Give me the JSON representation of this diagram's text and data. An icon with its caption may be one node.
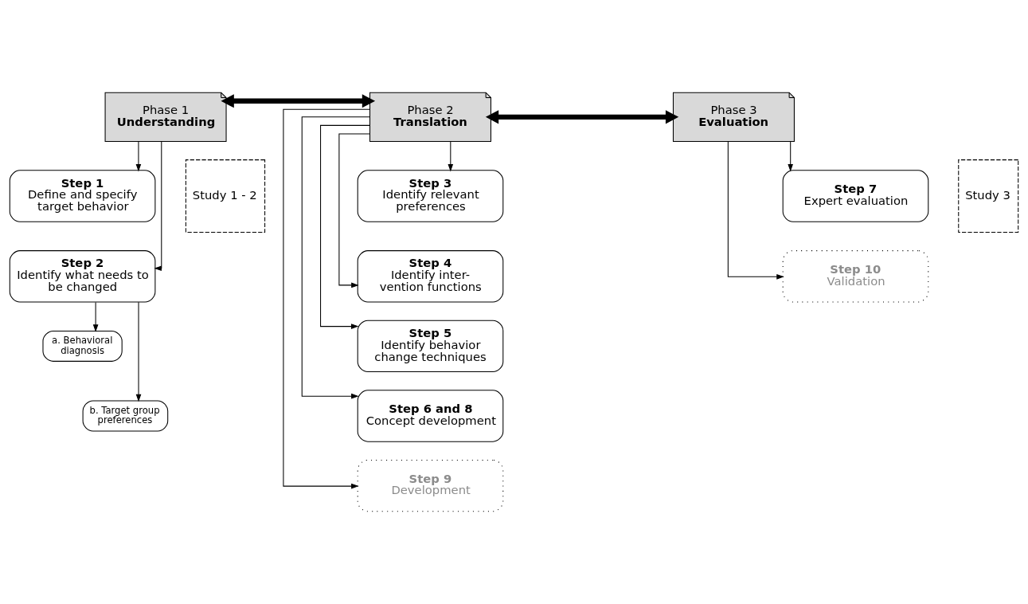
{
  "diagram": {
    "nodes": [
      {
        "text": [
          "Phase 1",
          "Understanding"
        ]
      },
      {
        "text": [
          "Step 1",
          "Define and specify target behavior"
        ]
      },
      {
        "text": [
          "Step 2",
          "Identify what needs to be changed"
        ]
      },
      {
        "text": [
          "a. Behavioral diagnosis"
        ]
      },
      {
        "text": [
          "b. Target group preferences"
        ]
      },
      {
        "text": [
          "Study 1 - 2"
        ]
      },
      {
        "text": [
          "Phase 2",
          "Translation"
        ]
      },
      {
        "text": [
          "Step 3",
          "Identify relevant preferences"
        ]
      },
      {
        "text": [
          "Step 4",
          "Identify inter- vention functions"
        ]
      },
      {
        "text": [
          "Step 5",
          "Identify behavior change techniques"
        ]
      },
      {
        "text": [
          "Step 6 and 8",
          "Concept development"
        ]
      },
      {
        "text": [
          "Step 9",
          "Development"
        ]
      },
      {
        "text": [
          "Phase 3",
          "Evaluation"
        ]
      },
      {
        "text": [
          "Step 7",
          "Expert evaluation"
        ]
      },
      {
        "text": [
          "Study 3"
        ]
      },
      {
        "text": [
          "Step 10",
          "Validation"
        ]
      }
    ],
    "edges": [
      {
        "from": 0,
        "to": 6,
        "arrow": "both",
        "style": "thick"
      },
      {
        "from": 6,
        "to": 12,
        "arrow": "both",
        "style": "thick"
      },
      {
        "from": 0,
        "to": 1,
        "arrow": "to"
      },
      {
        "from": 0,
        "to": 2,
        "arrow": "to"
      },
      {
        "from": 2,
        "to": 3,
        "arrow": "to"
      },
      {
        "from": 2,
        "to": 4,
        "arrow": "to"
      },
      {
        "from": 6,
        "to": 7,
        "arrow": "to"
      },
      {
        "from": 6,
        "to": 8,
        "arrow": "to"
      },
      {
        "from": 6,
        "to": 9,
        "arrow": "to"
      },
      {
        "from": 6,
        "to": 10,
        "arrow": "to"
      },
      {
        "from": 6,
        "to": 11,
        "arrow": "to"
      },
      {
        "from": 12,
        "to": 13,
        "arrow": "to"
      },
      {
        "from": 12,
        "to": 15,
        "arrow": "to"
      }
    ]
  }
}
